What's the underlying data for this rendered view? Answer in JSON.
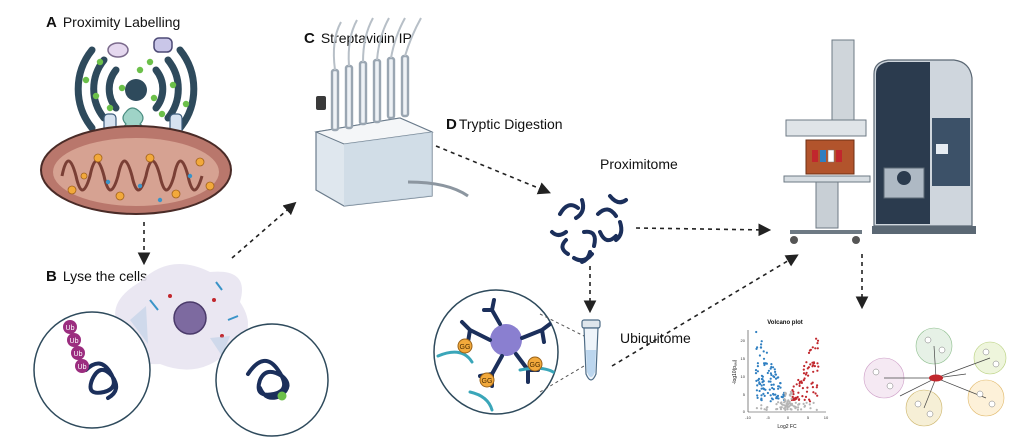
{
  "steps": {
    "a": {
      "letter": "A",
      "title": "Proximity Labelling"
    },
    "b": {
      "letter": "B",
      "title": "Lyse  the cells"
    },
    "c": {
      "letter": "C",
      "title": "Streptavidin IP"
    },
    "d": {
      "letter": "D",
      "title": "Tryptic Digestion"
    }
  },
  "labels": {
    "proximitome": "Proximitome",
    "ubiquitome": "Ubiquitome",
    "ub_tag": "Ub",
    "gg_tag": "GG"
  },
  "volcano": {
    "title": "Volcano plot",
    "xlabel": "Log2 FC",
    "ylabel": "-log10(pₐₑⱼ)",
    "x_ticks": [
      "-10",
      "-5",
      "0",
      "5",
      "10"
    ],
    "y_ticks": [
      "20",
      "15",
      "10",
      "5",
      "0"
    ]
  },
  "colors": {
    "mito_outer": "#b9776c",
    "mito_inner": "#cf9a8c",
    "receptor": "#2e4a5c",
    "biotin_green": "#6cc04a",
    "navy": "#1b2f5b",
    "ub_purple": "#9b2d7f",
    "gg_orange": "#f2a93b",
    "up_red": "#c1272d",
    "down_blue": "#2f7fc1",
    "arrow": "#222222"
  }
}
